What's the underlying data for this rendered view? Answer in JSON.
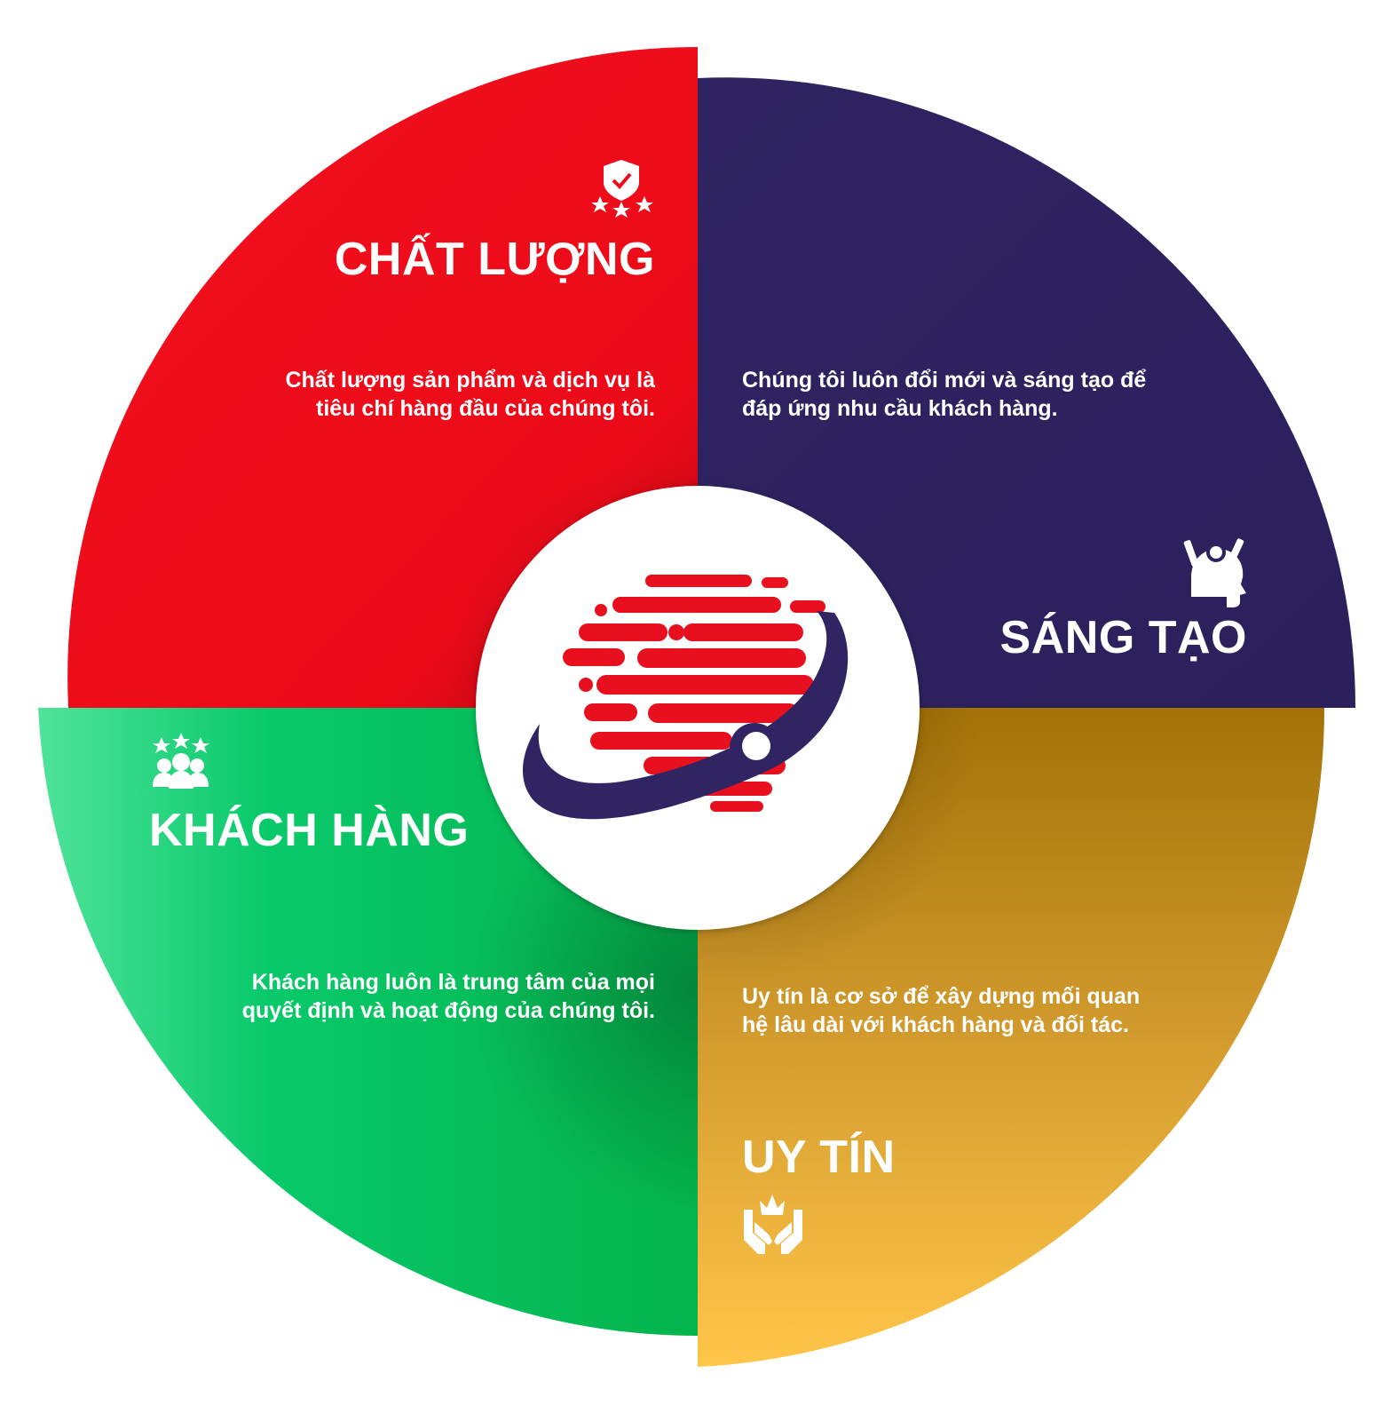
{
  "colors": {
    "quality_red": "#ee0a1b",
    "innovation_navy": "#2e2260",
    "customer_green": "#06c05a",
    "reputation_gold": "#d9a12a",
    "center_white": "#ffffff",
    "text_white": "#ffffff"
  },
  "segments": [
    {
      "key": "quality",
      "title": "CHẤT LƯỢNG",
      "lines": [
        "Chất lượng sản phẩm và dịch vụ là",
        "tiêu chí hàng đầu của chúng tôi."
      ],
      "icon": "shield-check-stars-icon"
    },
    {
      "key": "innovation",
      "title": "SÁNG TẠO",
      "lines": [
        "Chúng tôi luôn đổi mới và sáng tạo để",
        "đáp ứng nhu cầu khách hàng."
      ],
      "icon": "head-pencil-bulb-icon"
    },
    {
      "key": "customer",
      "title": "KHÁCH HÀNG",
      "lines": [
        "Khách hàng luôn là trung tâm của mọi",
        "quyết định và hoạt động của chúng tôi."
      ],
      "icon": "people-stars-icon"
    },
    {
      "key": "reputation",
      "title": "UY TÍN",
      "lines": [
        "Uy tín là cơ sở để xây dựng mối quan",
        "hệ lâu dài với khách hàng và đối tác."
      ],
      "icon": "hands-crown-icon"
    }
  ],
  "center": {
    "icon": "globe-orbit-logo-icon"
  }
}
